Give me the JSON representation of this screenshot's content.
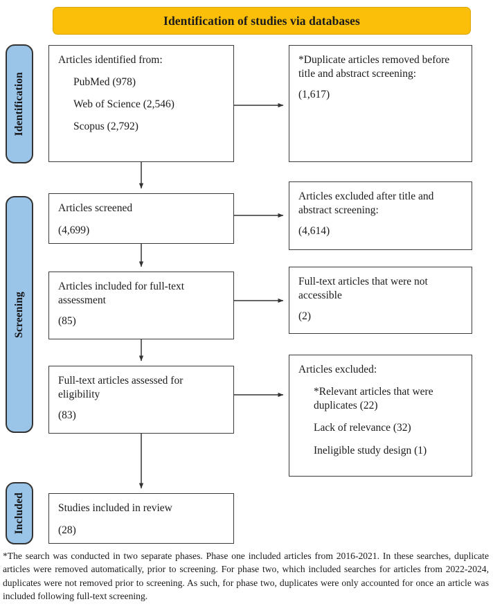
{
  "banner": {
    "title": "Identification of studies via databases"
  },
  "phases": [
    {
      "id": "identification",
      "label": "Identification"
    },
    {
      "id": "screening",
      "label": "Screening"
    },
    {
      "id": "included",
      "label": "Included"
    }
  ],
  "flow": {
    "identified": {
      "heading": "Articles identified from:",
      "sources": [
        "PubMed (978)",
        "Web of Science (2,546)",
        "Scopus (2,792)"
      ]
    },
    "duplicates_removed": {
      "heading": "*Duplicate articles removed before title and abstract screening:",
      "count": "(1,617)"
    },
    "screened": {
      "heading": "Articles screened",
      "count": "(4,699)"
    },
    "excluded_title_abstract": {
      "heading": "Articles excluded after title and abstract screening:",
      "count": "(4,614)"
    },
    "included_fulltext": {
      "heading": "Articles included for full-text assessment",
      "count": "(85)"
    },
    "not_accessible": {
      "heading": "Full-text articles that were not accessible",
      "count": "(2)"
    },
    "eligibility": {
      "heading": "Full-text articles assessed for eligibility",
      "count": "(83)"
    },
    "excluded_fulltext": {
      "heading": "Articles excluded:",
      "reasons": [
        "*Relevant articles that were duplicates (22)",
        "Lack of relevance (32)",
        "Ineligible study design (1)"
      ]
    },
    "studies_included": {
      "heading": "Studies included in review",
      "count": "(28)"
    }
  },
  "footnote": {
    "text": "*The search was conducted in two separate phases. Phase one included articles from 2016-2021. In these searches, duplicate articles were removed automatically, prior to screening. For phase two, which included searches for articles from 2022-2024, duplicates were not removed prior to screening. As such, for phase two, duplicates were only accounted for once an article was included following full-text screening."
  },
  "colors": {
    "banner_fill": "#FBBF09",
    "banner_border": "#D9A406",
    "phase_tab_fill": "#9BC4E9",
    "phase_tab_border": "#333333",
    "box_border": "#3a3a3a",
    "connector": "#333333",
    "text": "#1a1a1a"
  }
}
